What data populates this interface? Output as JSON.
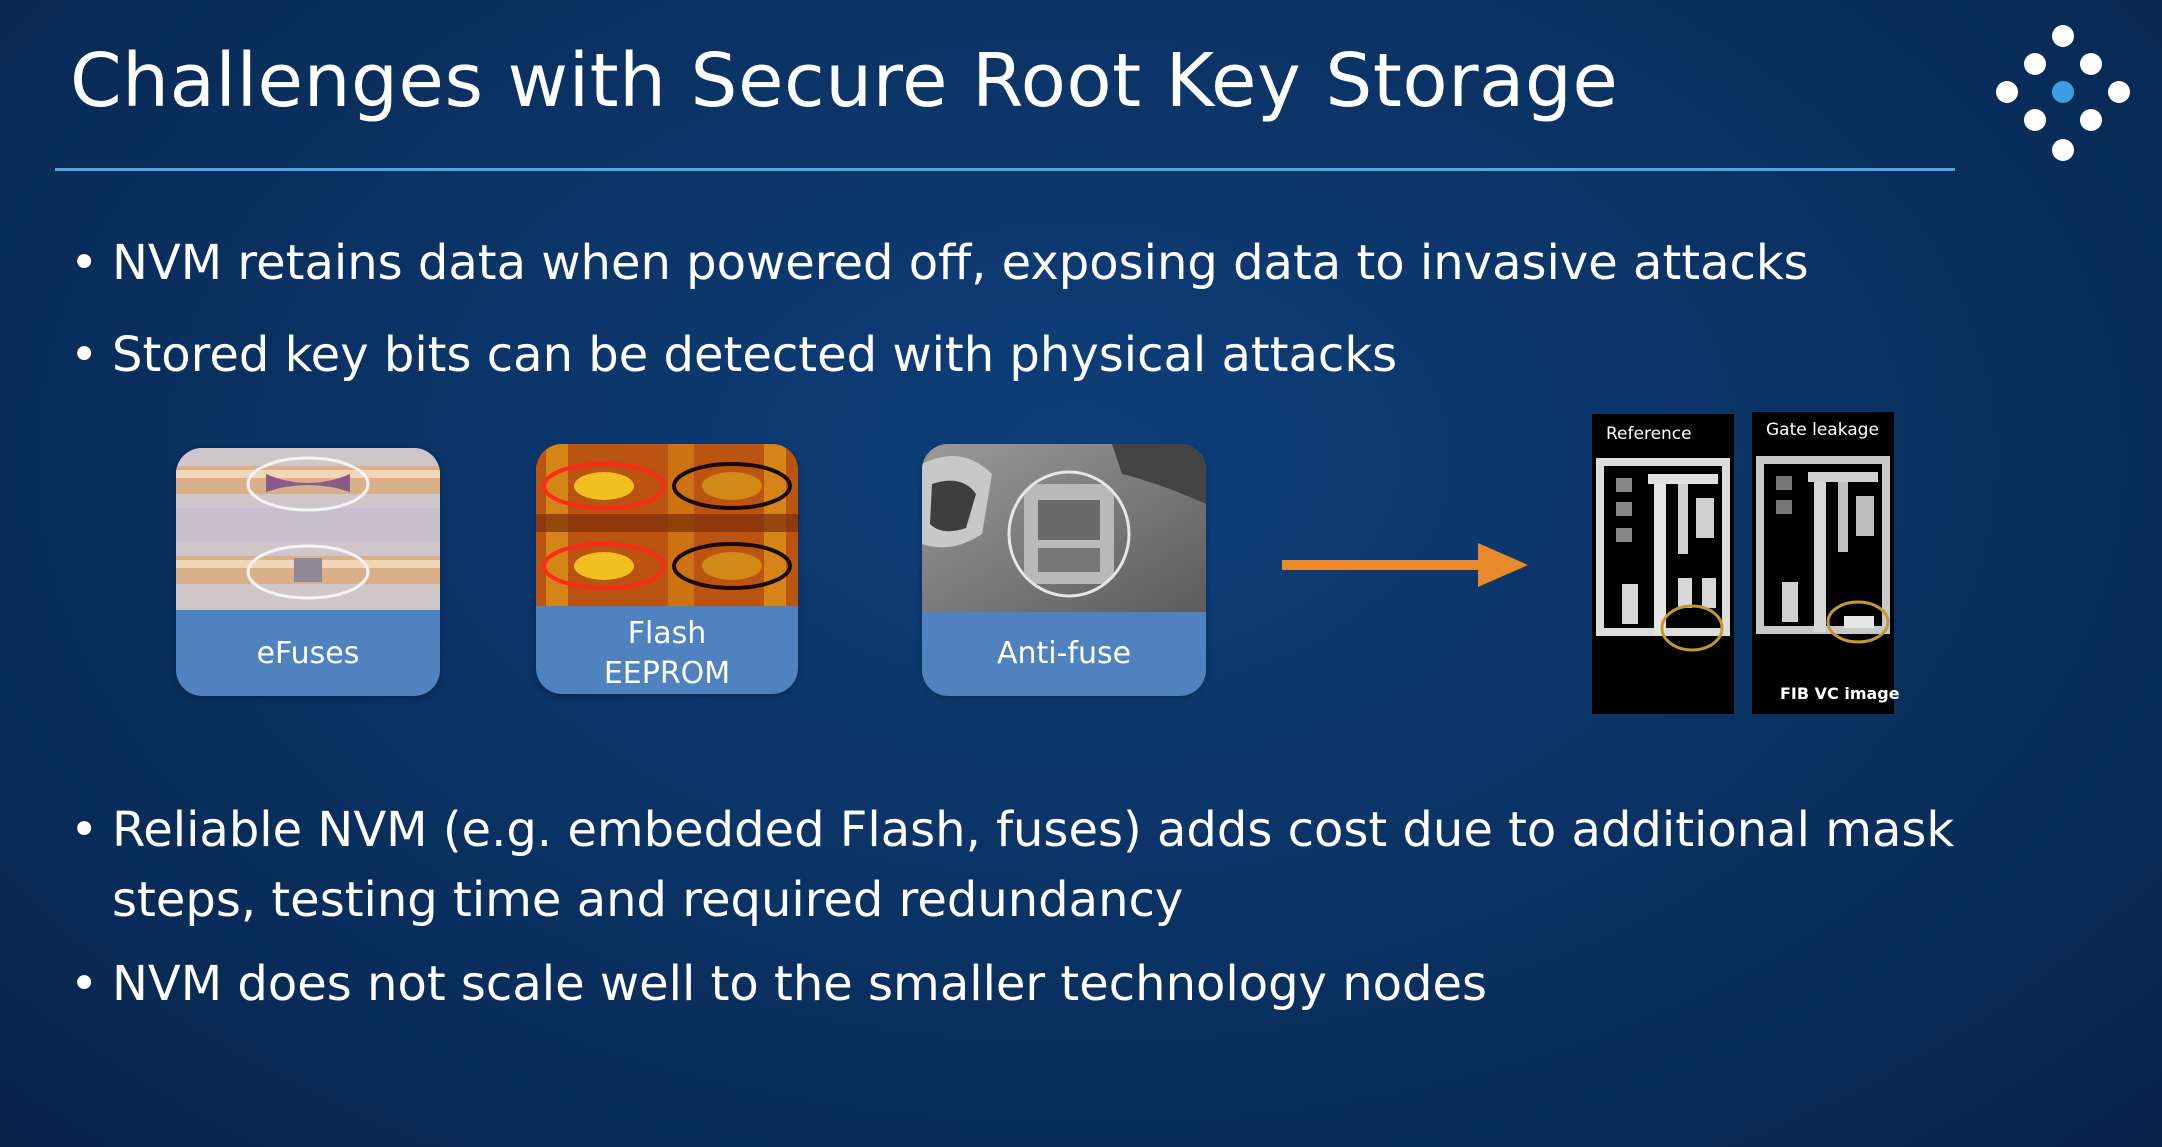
{
  "slide": {
    "title": "Challenges with Secure Root Key Storage",
    "bullets_top": [
      "NVM retains data when powered off, exposing data to invasive attacks",
      "Stored key bits can be detected with physical attacks"
    ],
    "bullets_bottom": [
      "Reliable NVM (e.g. embedded Flash, fuses) adds cost due to additional mask",
      "steps, testing time and required redundancy",
      "NVM does not scale well to the smaller technology nodes"
    ]
  },
  "cards": {
    "efuse": {
      "label": "eFuses"
    },
    "flash": {
      "label_line1": "Flash",
      "label_line2": "EEPROM"
    },
    "antifuse": {
      "label": "Anti-fuse"
    }
  },
  "micrographs": {
    "reference_caption": "Reference",
    "gate_leakage_caption": "Gate leakage",
    "fib_caption": "FIB VC image"
  },
  "icons": {
    "logo": "dot-cross-logo-icon",
    "arrow": "right-arrow-icon"
  },
  "colors": {
    "background": "#0b3366",
    "rule": "#4fa7e0",
    "card": "#4f82bf",
    "arrow": "#e8892c",
    "logo_center": "#3a9ee0"
  }
}
